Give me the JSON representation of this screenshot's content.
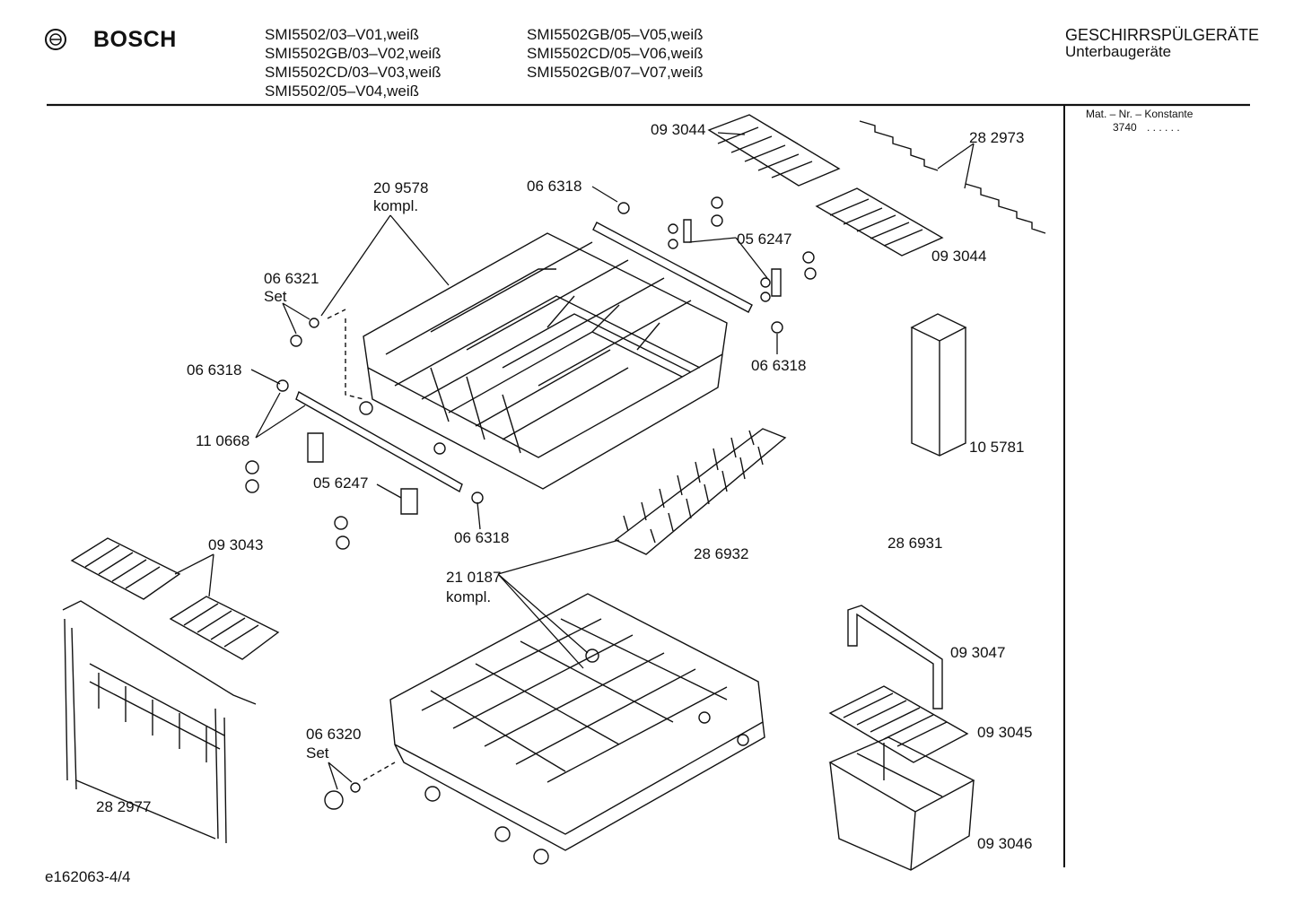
{
  "header": {
    "brand": "BOSCH",
    "models_col1": [
      "SMI5502/03–V01,weiß",
      "SMI5502GB/03–V02,weiß",
      "SMI5502CD/03–V03,weiß",
      "SMI5502/05–V04,weiß"
    ],
    "models_col2": [
      "SMI5502GB/05–V05,weiß",
      "SMI5502CD/05–V06,weiß",
      "SMI5502GB/07–V07,weiß"
    ],
    "category": "GESCHIRRSPÜLGERÄTE",
    "subcategory": "Unterbaugeräte"
  },
  "sidebar": {
    "constant_label": "Mat. – Nr. – Konstante",
    "constant_value": "3740",
    "constant_dots": ". . . . . ."
  },
  "footer": {
    "doc_id": "e162063-4/4"
  },
  "parts": {
    "p093044_a": "09 3044",
    "p282973": "28 2973",
    "p209578": "20 9578",
    "kompl_a": "kompl.",
    "p066318_a": "06 6318",
    "p056247_a": "05 6247",
    "p093044_b": "09 3044",
    "p066321": "06 6321",
    "set_a": "Set",
    "p066318_b": "06 6318",
    "p066318_c": "06 6318",
    "p110668": "11 0668",
    "p105781": "10 5781",
    "p056247_b": "05 6247",
    "p066318_d": "06 6318",
    "p093043": "09 3043",
    "p286932": "28 6932",
    "p286931": "28 6931",
    "p210187": "21 0187",
    "kompl_b": "kompl.",
    "p093047": "09 3047",
    "p066320": "06 6320",
    "set_b": "Set",
    "p093045": "09 3045",
    "p282977": "28 2977",
    "p093046": "09 3046"
  }
}
